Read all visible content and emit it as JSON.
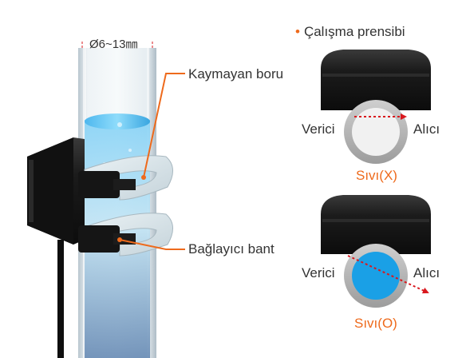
{
  "diameter_label": "Ø6~13㎜",
  "callouts": {
    "pipe": "Kaymayan boru",
    "band": "Bağlayıcı bant"
  },
  "principle": {
    "title": "Çalışma prensibi",
    "transmitter": "Verici",
    "receiver": "Alıcı",
    "case_empty": "Sıvı(X)",
    "case_liquid": "Sıvı(O)"
  },
  "colors": {
    "accent": "#ee6a1c",
    "liquid": "#1aa0e6",
    "beam": "#d9181e",
    "sensor_body": "#1c1c1c"
  }
}
